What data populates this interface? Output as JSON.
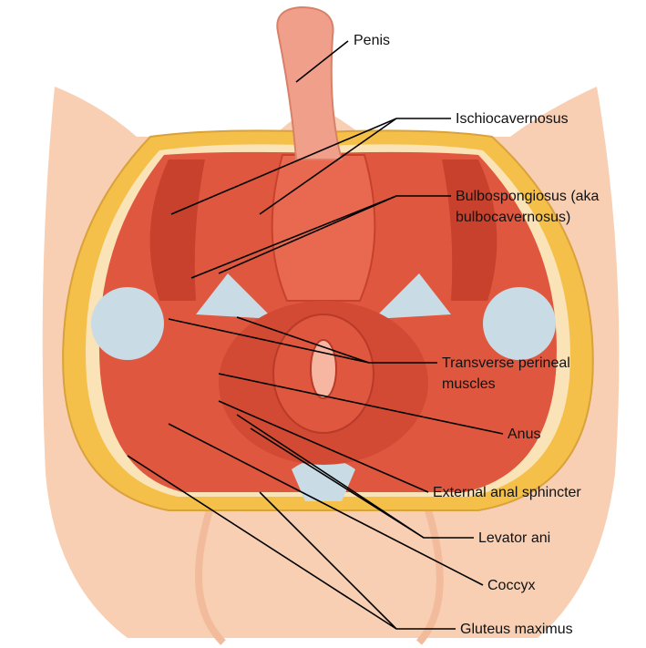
{
  "labels": {
    "penis": "Penis",
    "ischiocavernosus": "Ischiocavernosus",
    "bulbospongiosus_line1": "Bulbospongiosus (aka",
    "bulbospongiosus_line2": "bulbocavernosus)",
    "transverse_line1": "Transverse perineal",
    "transverse_line2": "muscles",
    "anus": "Anus",
    "external_anal_sphincter": "External anal sphincter",
    "levator_ani": "Levator ani",
    "coccyx": "Coccyx",
    "gluteus_maximus": "Gluteus maximus"
  },
  "colors": {
    "skin": "#f8cfb3",
    "skin_shade": "#f2bc9c",
    "fat": "#f5c04a",
    "muscle": "#e0573f",
    "muscle_dark": "#c7412d",
    "ligament": "#c9dbe4",
    "penis": "#f0a08a"
  }
}
